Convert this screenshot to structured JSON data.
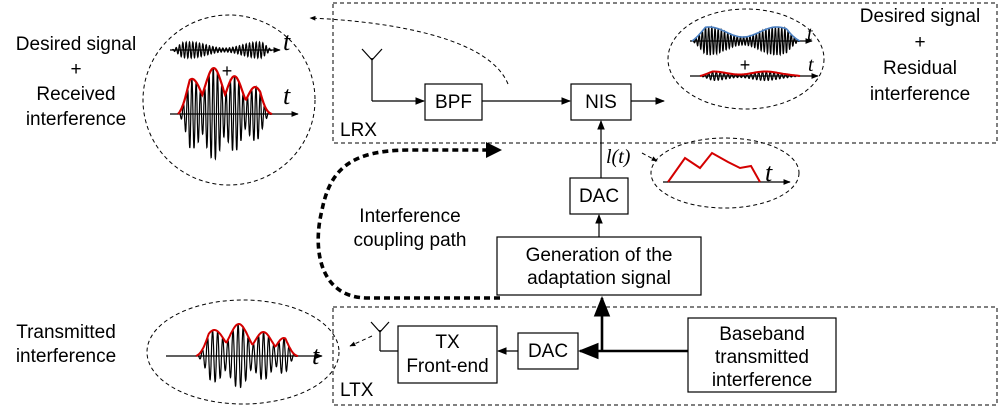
{
  "blocks": {
    "bpf": "BPF",
    "nis": "NIS",
    "dac_top": "DAC",
    "generation_line1": "Generation of the",
    "generation_line2": "adaptation signal",
    "tx_line1": "TX",
    "tx_line2": "Front-end",
    "dac_bottom": "DAC",
    "baseband_line1": "Baseband",
    "baseband_line2": "transmitted",
    "baseband_line3": "interference"
  },
  "regions": {
    "lrx": "LRX",
    "ltx": "LTX"
  },
  "labels": {
    "left_top": [
      "Desired signal",
      "+",
      "Received",
      "interference"
    ],
    "right_top": [
      "Desired signal",
      "+",
      "Residual",
      "interference"
    ],
    "coupling": [
      "Interference",
      "coupling path"
    ],
    "transmitted": [
      "Transmitted",
      "interference"
    ],
    "plus": "+",
    "time_axis": "t",
    "adaptation_symbol": "l(t)"
  },
  "colors": {
    "envelope": "#d40000",
    "desired": "#4a7fc1"
  }
}
